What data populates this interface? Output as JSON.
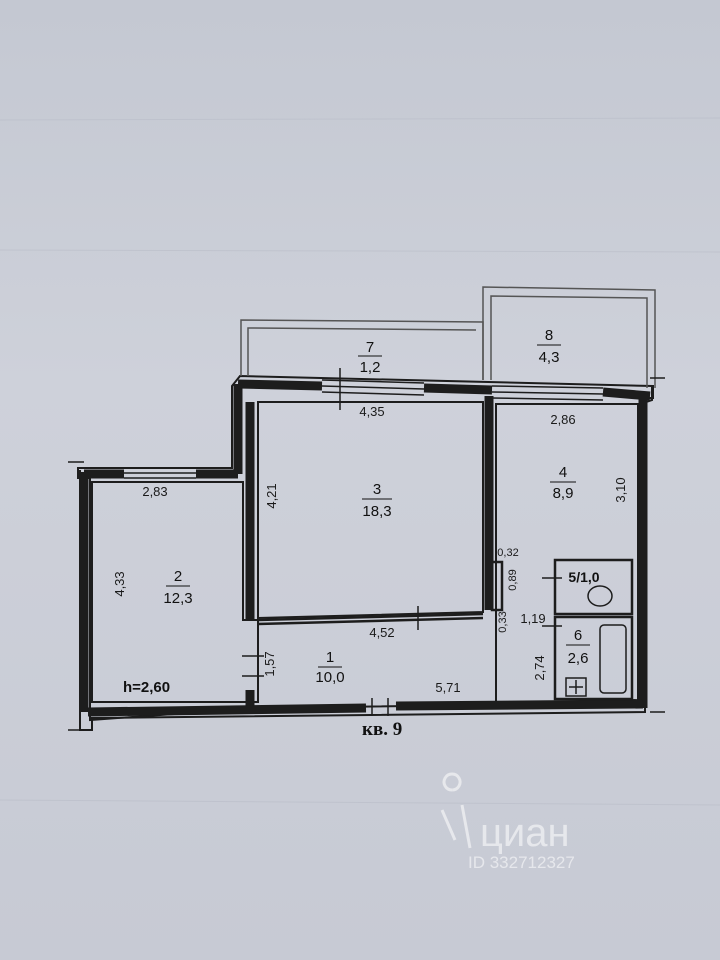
{
  "plan": {
    "apartment_label": "кв. 9",
    "ceiling_height": "h=2,60",
    "rooms": [
      {
        "number": "1",
        "area": "10,0"
      },
      {
        "number": "2",
        "area": "12,3"
      },
      {
        "number": "3",
        "area": "18,3"
      },
      {
        "number": "4",
        "area": "8,9"
      },
      {
        "number": "5/1,0"
      },
      {
        "number": "6",
        "area": "2,6"
      },
      {
        "number": "7",
        "area": "1,2"
      },
      {
        "number": "8",
        "area": "4,3"
      }
    ],
    "dimensions": {
      "room2_width": "2,83",
      "room2_depth": "4,33",
      "room3_top": "4,35",
      "room3_left": "4,21",
      "room3_bottom": "4,52",
      "room4_top": "2,86",
      "room4_right": "3,10",
      "niche_w": "0,32",
      "niche_h": "0,89",
      "niche_d": "0,33",
      "corridor_v": "1,57",
      "corridor_len": "5,71",
      "bath_w": "1,19",
      "bath_len": "2,74"
    }
  },
  "watermark": {
    "brand": "циан",
    "id_text": "ID 332712327"
  }
}
